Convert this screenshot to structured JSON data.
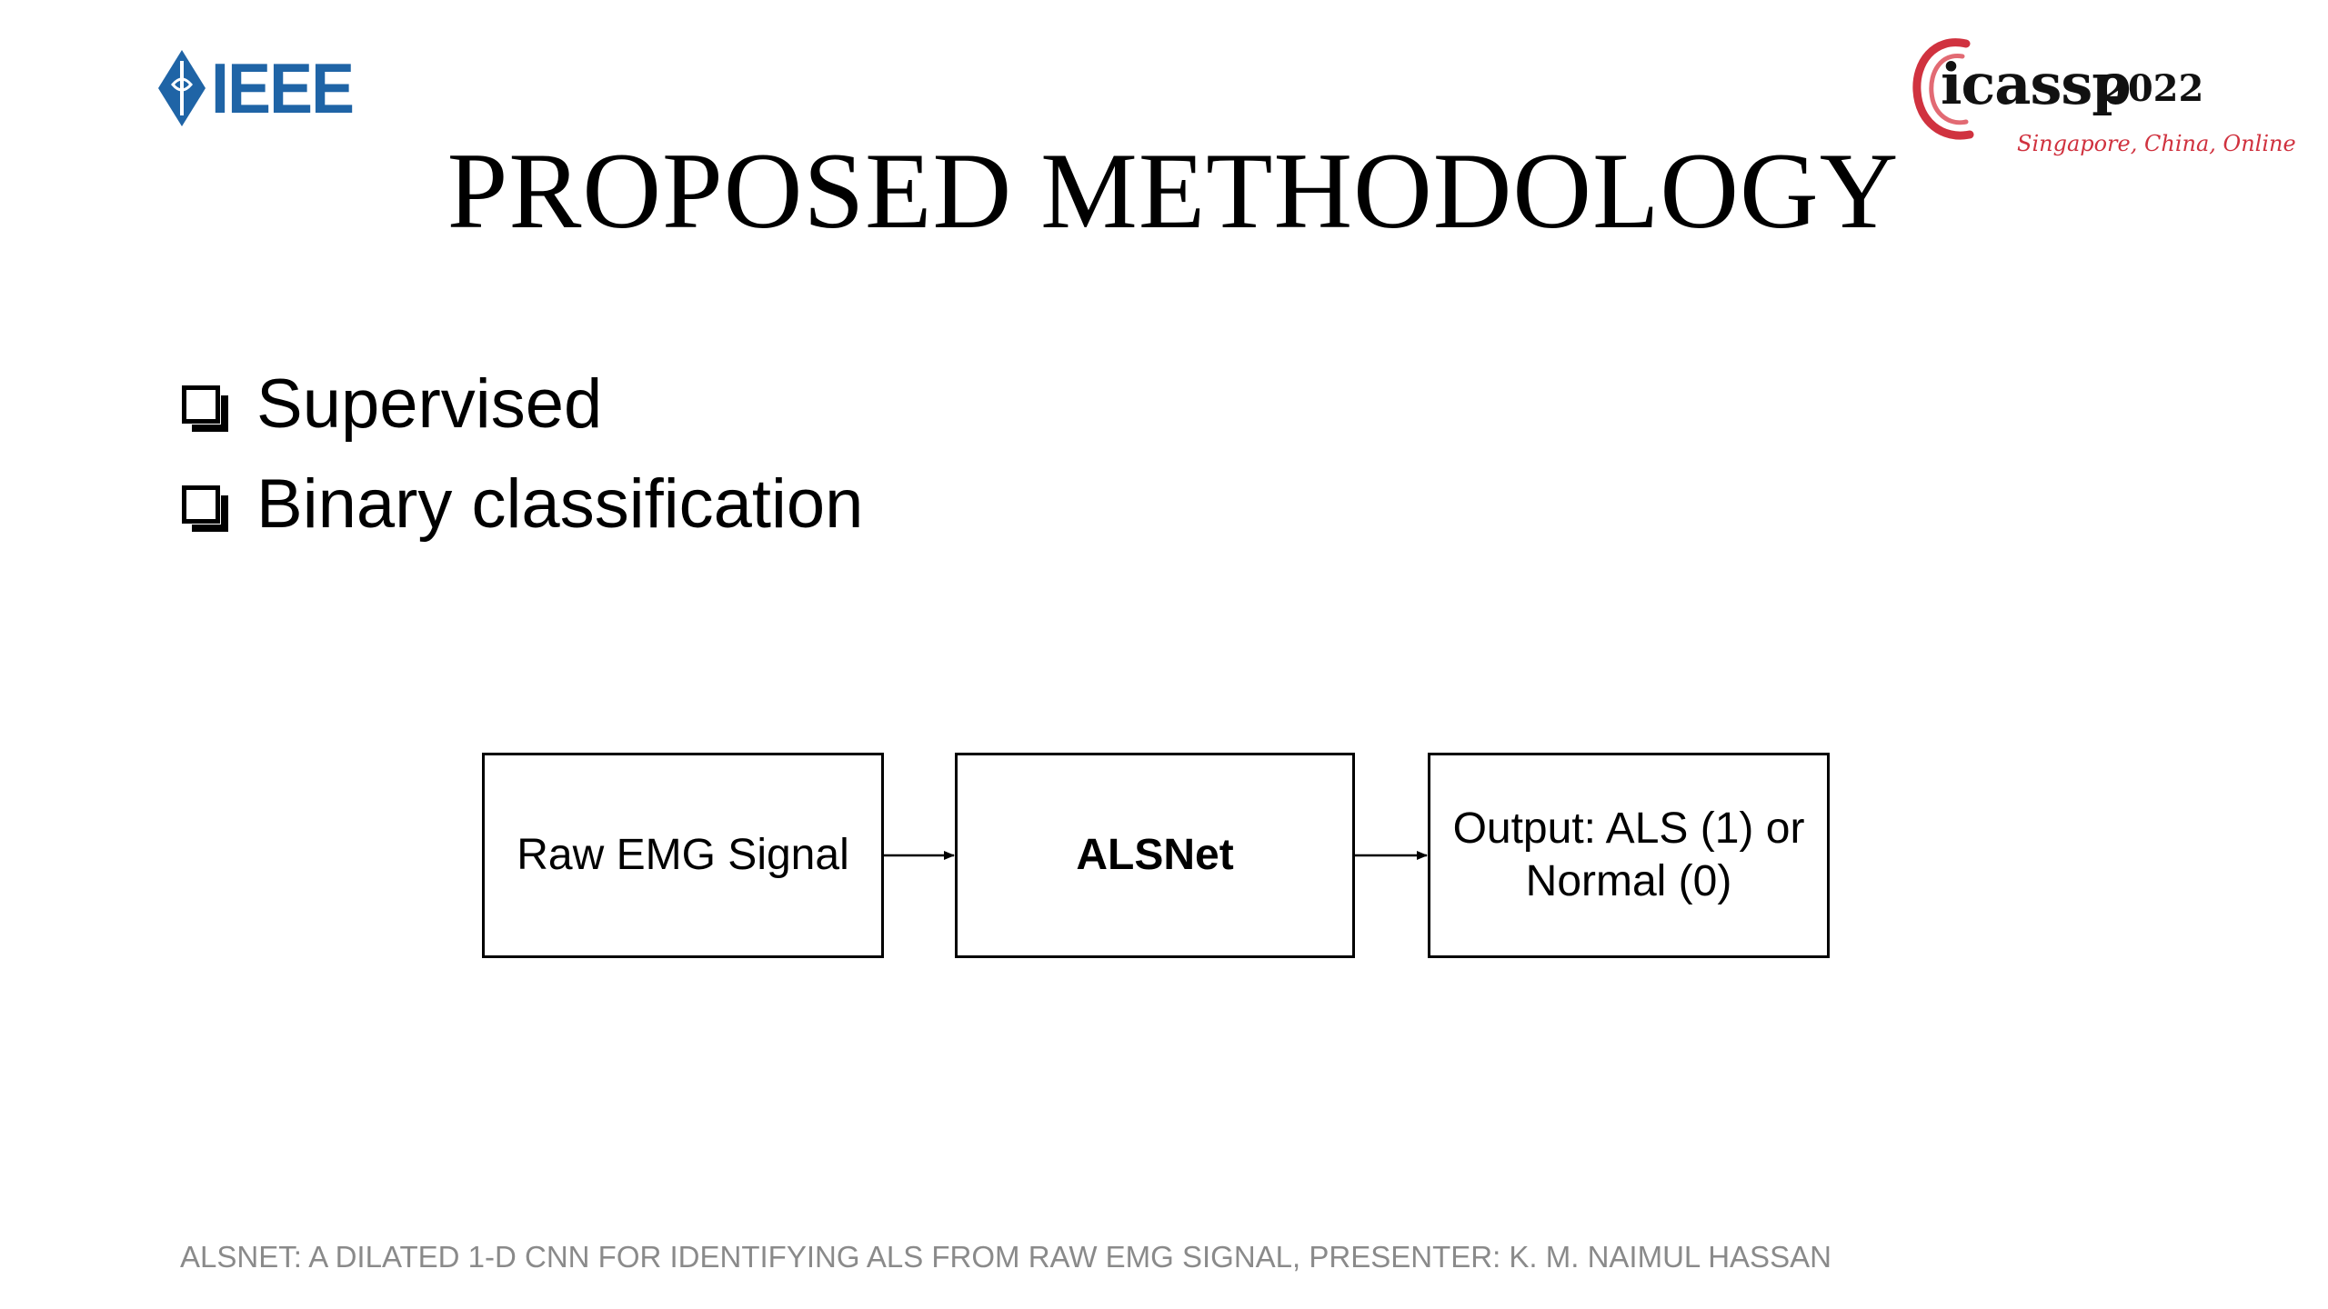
{
  "logos": {
    "ieee": {
      "text": "IEEE",
      "color": "#1f64a6",
      "icon": "ieee-diamond-icon"
    },
    "icassp": {
      "text": "icassp",
      "year": "2022",
      "subtitle": "Singapore, China, Online",
      "accent_color": "#d0323f"
    }
  },
  "slide": {
    "title": "PROPOSED METHODOLOGY",
    "bullets": [
      {
        "label": "Supervised",
        "icon": "checkbox-icon"
      },
      {
        "label": "Binary classification",
        "icon": "checkbox-icon"
      }
    ]
  },
  "diagram": {
    "nodes": [
      {
        "id": "input",
        "label": "Raw EMG Signal"
      },
      {
        "id": "model",
        "label": "ALSNet"
      },
      {
        "id": "output",
        "label": "Output: ALS (1) or Normal (0)"
      }
    ],
    "edges": [
      {
        "from": "input",
        "to": "model"
      },
      {
        "from": "model",
        "to": "output"
      }
    ]
  },
  "footer": {
    "text": "ALSNET: A DILATED 1-D CNN FOR IDENTIFYING ALS FROM RAW EMG SIGNAL, PRESENTER: K. M. NAIMUL HASSAN"
  }
}
